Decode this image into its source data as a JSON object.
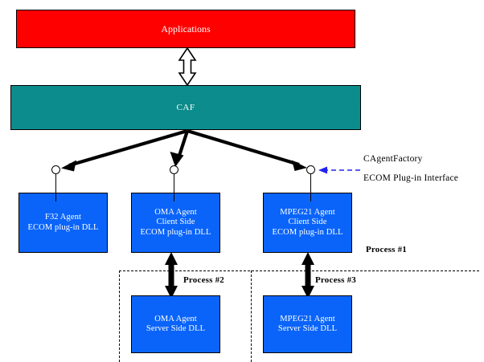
{
  "diagram": {
    "title_block": {
      "label": "Applications",
      "color": "#ff0000"
    },
    "framework_block": {
      "label": "CAF",
      "color": "#0c8e8e"
    },
    "agent_color": "#0a64fa",
    "client_blocks": [
      {
        "name": "f32-agent",
        "label": "F32 Agent\nECOM plug-in DLL"
      },
      {
        "name": "oma-client",
        "label": "OMA Agent\nClient Side\nECOM plug-in DLL"
      },
      {
        "name": "mpeg21-client",
        "label": "MPEG21 Agent\nClient Side\nECOM plug-in DLL"
      }
    ],
    "server_blocks": [
      {
        "name": "oma-server",
        "label": "OMA Agent\nServer Side DLL"
      },
      {
        "name": "mpeg21-server",
        "label": "MPEG21 Agent\nServer Side DLL"
      }
    ],
    "process_labels": [
      {
        "name": "process-1",
        "label": "Process #1"
      },
      {
        "name": "process-2",
        "label": "Process #2"
      },
      {
        "name": "process-3",
        "label": "Process #3"
      }
    ],
    "legend": {
      "factory_label": "CAgentFactory",
      "interface_label": "ECOM  Plug-in Interface",
      "pointer_color": "#2222ee"
    },
    "connector_names": {
      "app_caf": "bidirectional-arrow-applications-caf",
      "caf_f32": "arrow-caf-to-f32-agent",
      "caf_oma": "arrow-caf-to-oma-client",
      "caf_mpeg21": "arrow-caf-to-mpeg21-client",
      "oma_ipc": "bidirectional-arrow-oma-client-server",
      "mpeg21_ipc": "bidirectional-arrow-mpeg21-client-server",
      "legend_pointer": "dashed-pointer-to-lollipop"
    },
    "interface_stubs": [
      {
        "name": "lollipop-f32"
      },
      {
        "name": "lollipop-oma"
      },
      {
        "name": "lollipop-mpeg21"
      }
    ]
  }
}
